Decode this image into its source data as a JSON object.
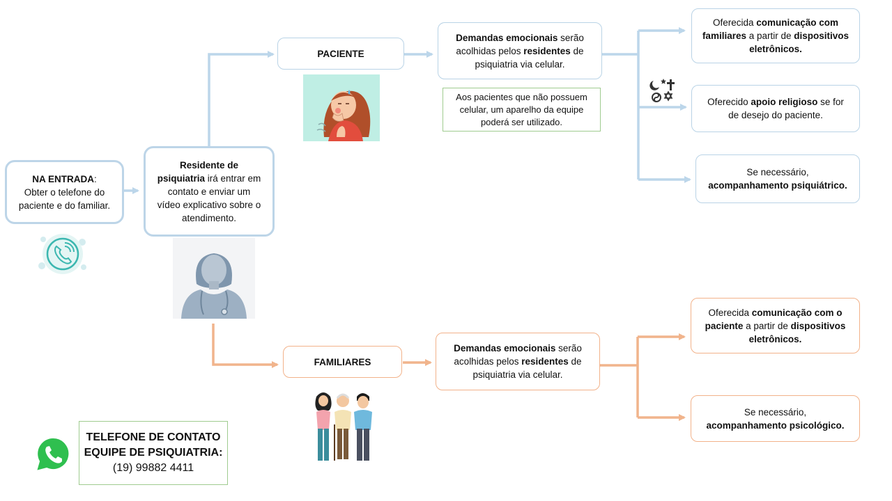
{
  "entry": {
    "title": "NA ENTRADA",
    "colon": ":",
    "text": "Obter o telefone do paciente e do familiar."
  },
  "resident": {
    "bold": "Residente de psiquiatria",
    "text": " irá entrar em contato e enviar um vídeo explicativo sobre o atendimento."
  },
  "paciente": {
    "label": "PACIENTE",
    "demand_bold1": "Demandas emocionais",
    "demand_t1": " serão acolhidas pelos ",
    "demand_bold2": "residentes",
    "demand_t2": " de psiquiatria via celular.",
    "note": "Aos pacientes que não possuem celular, um aparelho da equipe poderá ser utilizado.",
    "out1_t1": "Oferecida ",
    "out1_b1": "comunicação com familiares",
    "out1_t2": " a partir de ",
    "out1_b2": "dispositivos eletrônicos.",
    "out2_t1": "Oferecido ",
    "out2_b1": "apoio religioso",
    "out2_t2": " se for de desejo do paciente.",
    "out3_t1": "Se necessário, ",
    "out3_b1": "acompanhamento psiquiátrico."
  },
  "familiares": {
    "label": "FAMILIARES",
    "demand_bold1": "Demandas emocionais",
    "demand_t1": " serão acolhidas pelos ",
    "demand_bold2": "residentes",
    "demand_t2": " de psiquiatria via celular.",
    "out1_t1": "Oferecida ",
    "out1_b1": "comunicação com o paciente",
    "out1_t2": " a partir de ",
    "out1_b2": "dispositivos eletrônicos.",
    "out2_t1": "Se necessário, ",
    "out2_b1": "acompanhamento psicológico."
  },
  "contact": {
    "line1": "TELEFONE DE CONTATO",
    "line2": "EQUIPE DE PSIQUIATRIA:",
    "phone": "(19) 99882 4411"
  },
  "colors": {
    "blue_connector": "#bcd6ea",
    "orange_connector": "#f1b48c",
    "note_border": "#9fcb8f"
  },
  "icons": [
    "phone-call-icon",
    "doctor-avatar-icon",
    "sick-patient-illustration",
    "religious-symbols-icon",
    "family-illustration",
    "whatsapp-icon"
  ]
}
